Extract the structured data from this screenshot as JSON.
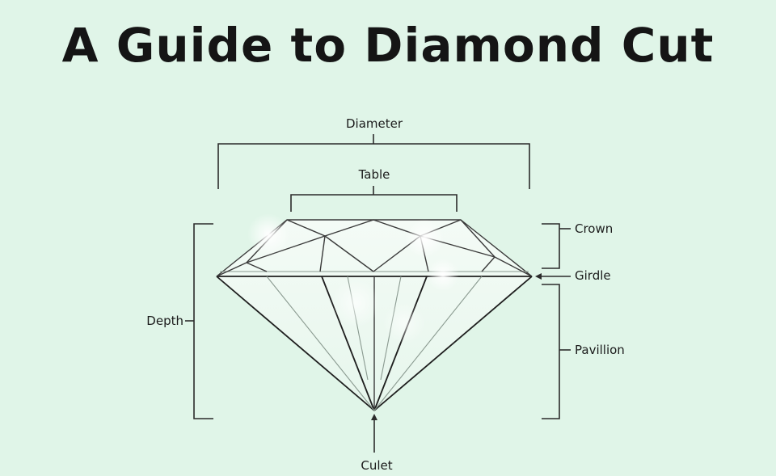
{
  "title": "A Guide to Diamond Cut",
  "labels": {
    "diameter": "Diameter",
    "table": "Table",
    "crown": "Crown",
    "girdle": "Girdle",
    "depth": "Depth",
    "pavillion": "Pavillion",
    "culet": "Culet"
  },
  "colors": {
    "background": "#e0f5e8",
    "line": "#2b2b2b",
    "text": "#1c1c1c"
  }
}
